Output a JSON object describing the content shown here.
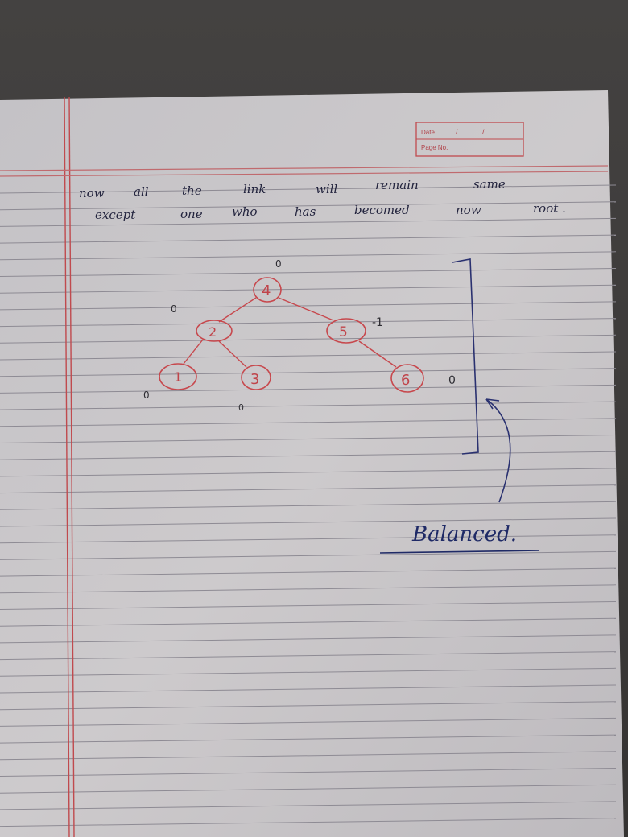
{
  "stamp": {
    "date_label": "Date",
    "date_value": "/ /",
    "page_label": "Page No."
  },
  "note": {
    "line1": [
      "now",
      "all",
      "the",
      "link",
      "will",
      "remain",
      "same"
    ],
    "line2": [
      "except",
      "one",
      "who",
      "has",
      "becomed",
      "now",
      "root ."
    ]
  },
  "tree": {
    "nodes": [
      {
        "id": "4",
        "label": "4",
        "balance": "0"
      },
      {
        "id": "2",
        "label": "2",
        "balance": "0"
      },
      {
        "id": "5",
        "label": "5",
        "balance": "-1"
      },
      {
        "id": "1",
        "label": "1",
        "balance": "0"
      },
      {
        "id": "3",
        "label": "3",
        "balance": "0"
      },
      {
        "id": "6",
        "label": "6",
        "balance": "0"
      }
    ],
    "edges": [
      [
        "4",
        "2"
      ],
      [
        "4",
        "5"
      ],
      [
        "2",
        "1"
      ],
      [
        "2",
        "3"
      ],
      [
        "5",
        "6"
      ]
    ]
  },
  "annotation": {
    "text": "Balanced."
  },
  "colors": {
    "paper": "#c9c6c8",
    "rule_line": "#8e8b94",
    "margin_line": "#c04a4e",
    "red_ink": "#c7484d",
    "blue_ink": "#1f2a66"
  }
}
